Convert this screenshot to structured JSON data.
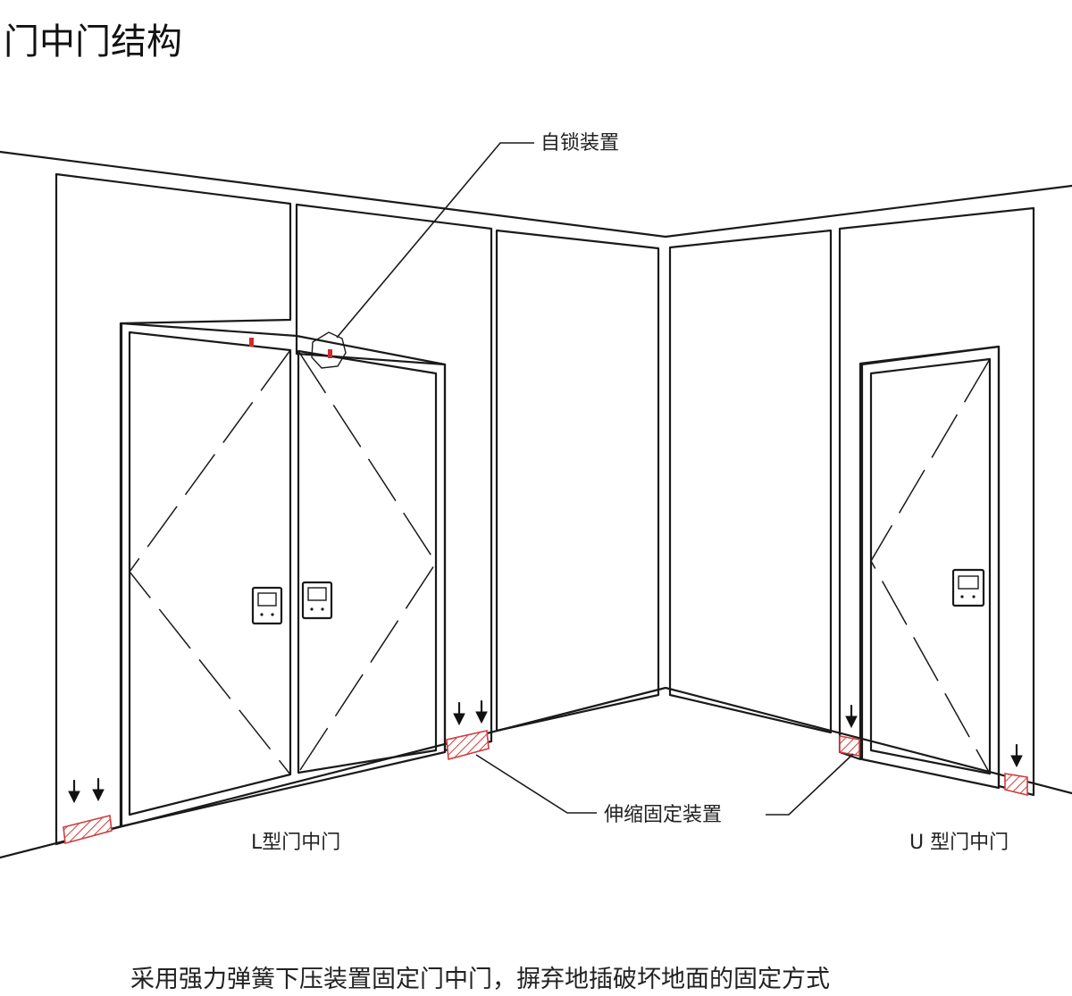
{
  "title": "门中门结构",
  "labels": {
    "self_lock": "自锁装置",
    "telescopic_fixing": "伸缩固定装置",
    "l_type": "L型门中门",
    "u_type": "U 型门中门"
  },
  "caption": "采用强力弹簧下压装置固定门中门，摒弃地插破坏地面的固定方式",
  "colors": {
    "lines": "#1a1a1a",
    "accent_red": "#d42a2a",
    "hatch": "#d23c3c"
  },
  "icons": [
    "down-arrow-icon",
    "lock-marker-icon",
    "door-handle-icon"
  ]
}
